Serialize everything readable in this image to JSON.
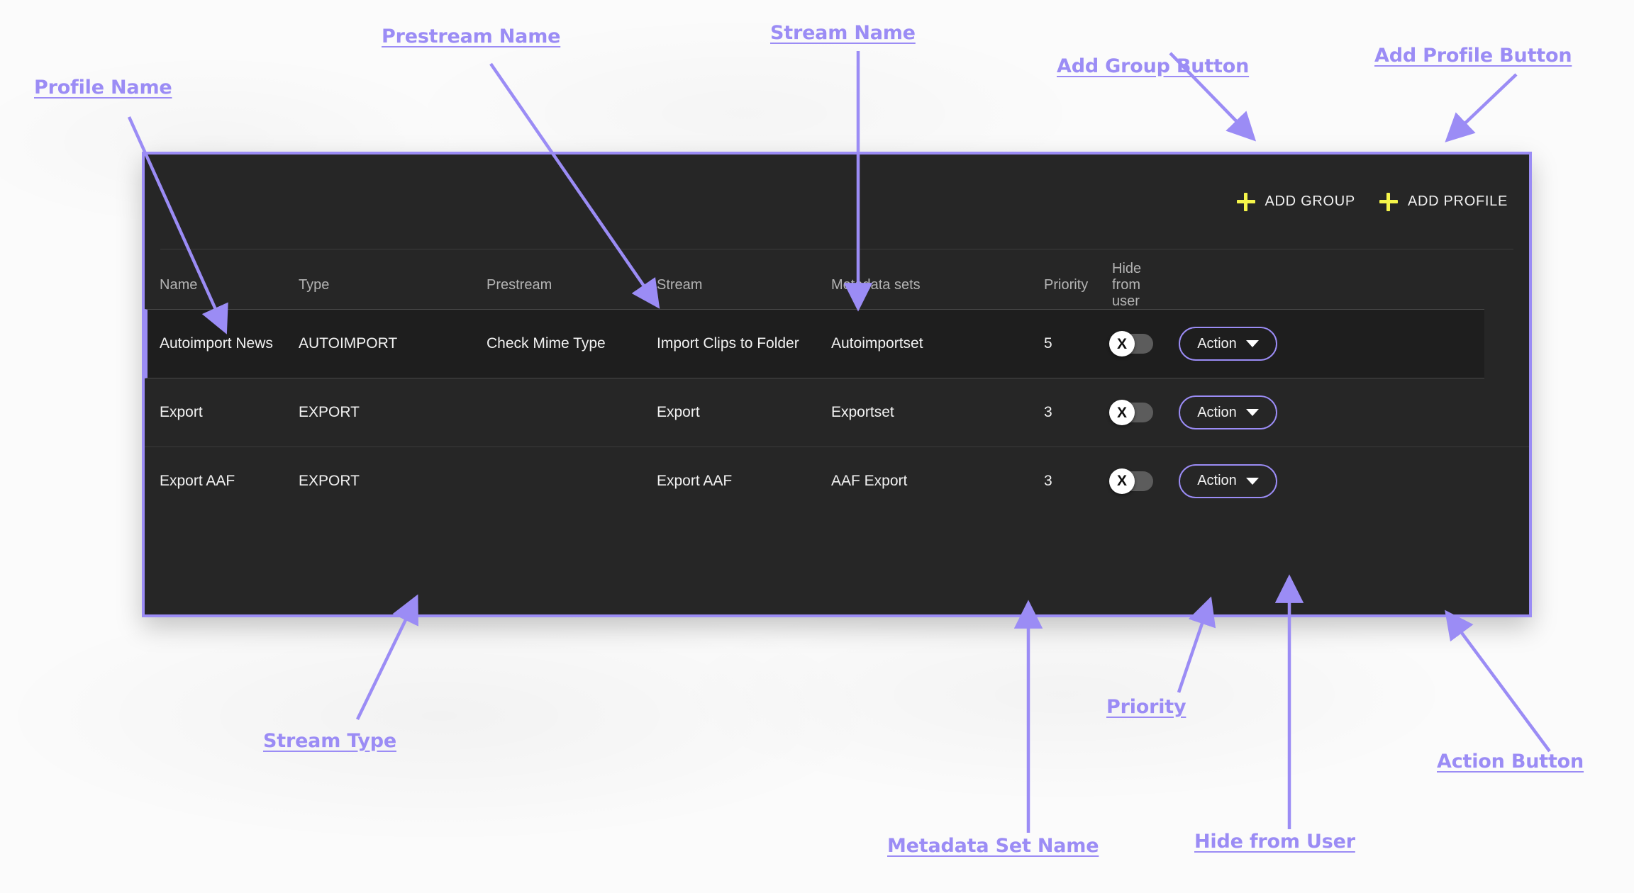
{
  "panel": {
    "toolbar": {
      "buttons": [
        {
          "icon": "plus-icon",
          "label": "ADD GROUP"
        },
        {
          "icon": "plus-icon",
          "label": "ADD PROFILE"
        }
      ]
    },
    "table": {
      "columns": [
        "Name",
        "Type",
        "Prestream",
        "Stream",
        "Metadata sets",
        "Priority",
        "Hide from user"
      ],
      "rows": [
        {
          "name": "Autoimport News",
          "type": "AUTOIMPORT",
          "prestream": "Check Mime Type",
          "stream": "Import Clips to Folder",
          "metadata_sets": "Autoimportset",
          "priority": "5",
          "hide_from_user": "X",
          "action_label": "Action",
          "selected": true
        },
        {
          "name": "Export",
          "type": "EXPORT",
          "prestream": "",
          "stream": "Export",
          "metadata_sets": "Exportset",
          "priority": "3",
          "hide_from_user": "X",
          "action_label": "Action",
          "selected": false
        },
        {
          "name": "Export AAF",
          "type": "EXPORT",
          "prestream": "",
          "stream": "Export AAF",
          "metadata_sets": "AAF Export",
          "priority": "3",
          "hide_from_user": "X",
          "action_label": "Action",
          "selected": false
        }
      ]
    }
  },
  "annotations": [
    {
      "id": "profile-name",
      "label": "Profile Name"
    },
    {
      "id": "prestream-name",
      "label": "Prestream Name"
    },
    {
      "id": "stream-name",
      "label": "Stream Name"
    },
    {
      "id": "add-group-button",
      "label": "Add Group Button"
    },
    {
      "id": "add-profile-button",
      "label": "Add Profile Button"
    },
    {
      "id": "stream-type",
      "label": "Stream Type"
    },
    {
      "id": "priority",
      "label": "Priority"
    },
    {
      "id": "action-button",
      "label": "Action Button"
    },
    {
      "id": "metadata-set-name",
      "label": "Metadata Set Name"
    },
    {
      "id": "hide-from-user",
      "label": "Hide from User"
    }
  ],
  "colors": {
    "accent_purple": "#9b8cf5",
    "panel_bg": "#262626",
    "selected_row_bg": "#1e1e1e",
    "plus_yellow": "#f5f54a",
    "text_primary": "#f2f2f2",
    "text_muted": "#b3b3b3"
  }
}
